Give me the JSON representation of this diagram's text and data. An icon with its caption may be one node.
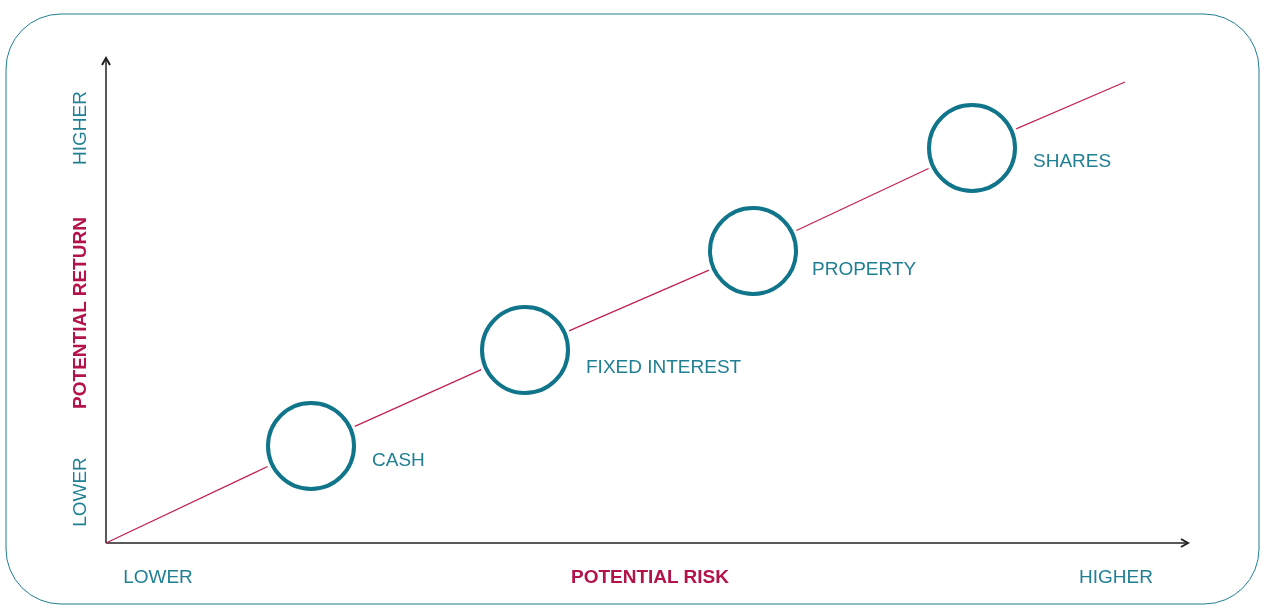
{
  "diagram": {
    "nodes": [
      {
        "text": [],
        "shape": "circle",
        "beside": [
          "CASH"
        ]
      },
      {
        "text": [],
        "shape": "circle",
        "beside": [
          "FIXED INTEREST"
        ]
      },
      {
        "text": [],
        "shape": "circle",
        "beside": [
          "PROPERTY"
        ]
      },
      {
        "text": [],
        "shape": "circle",
        "beside": [
          "SHARES"
        ]
      }
    ],
    "edges": [
      {
        "from": null,
        "to": 0,
        "arrow": "none"
      },
      {
        "from": 0,
        "to": 1,
        "arrow": "none"
      },
      {
        "from": 1,
        "to": 2,
        "arrow": "none"
      },
      {
        "from": 2,
        "to": 3,
        "arrow": "none"
      },
      {
        "from": 3,
        "to": null,
        "arrow": "none"
      }
    ],
    "labels": [
      "HIGHER",
      "POTENTIAL RETURN",
      "LOWER",
      "LOWER",
      "POTENTIAL RISK",
      "HIGHER"
    ]
  }
}
